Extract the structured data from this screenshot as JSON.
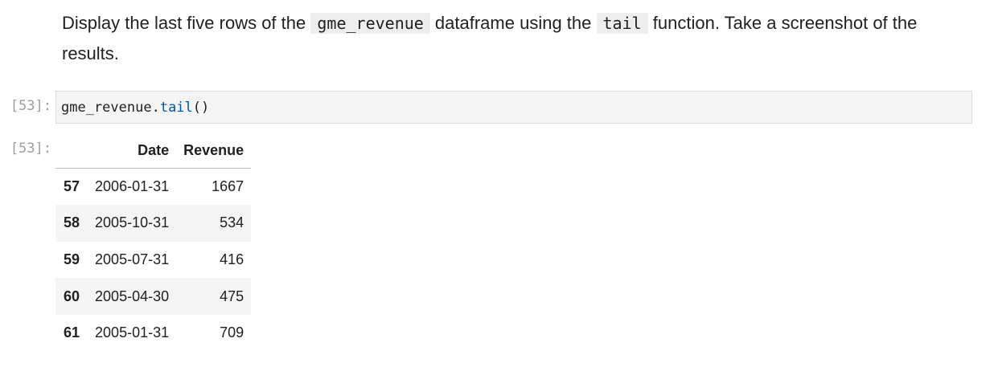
{
  "markdown": {
    "text_1": "Display the last five rows of the ",
    "code_1": "gme_revenue",
    "text_2": " dataframe using the ",
    "code_2": "tail",
    "text_3": " function. Take a screenshot of the results."
  },
  "code_cell": {
    "prompt": "[53]:",
    "obj": "gme_revenue.",
    "method": "tail",
    "args": "()"
  },
  "output_cell": {
    "prompt": "[53]:",
    "columns": [
      "",
      "Date",
      "Revenue"
    ],
    "rows": [
      {
        "index": "57",
        "date": "2006-01-31",
        "revenue": "1667"
      },
      {
        "index": "58",
        "date": "2005-10-31",
        "revenue": "534"
      },
      {
        "index": "59",
        "date": "2005-07-31",
        "revenue": "416"
      },
      {
        "index": "60",
        "date": "2005-04-30",
        "revenue": "475"
      },
      {
        "index": "61",
        "date": "2005-01-31",
        "revenue": "709"
      }
    ]
  }
}
